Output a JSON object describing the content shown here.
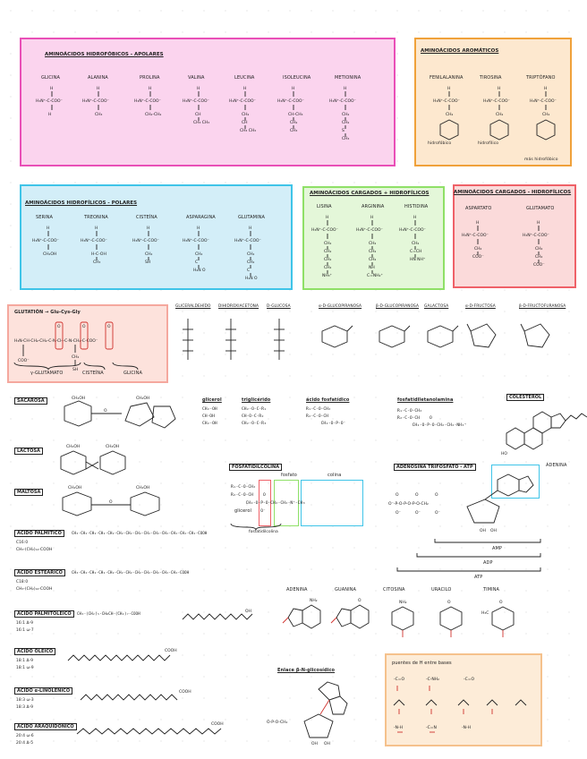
{
  "colors": {
    "pink": "#e94fb7",
    "pink_fill": "#fbd4ee",
    "orange": "#f0a13a",
    "orange_fill": "#fde8cf",
    "blue": "#3fc4e8",
    "blue_fill": "#d3eef8",
    "green": "#8fe067",
    "green_fill": "#e4f7d9",
    "red": "#ef6168",
    "red_fill": "#fbdada",
    "salmon": "#f5a89e",
    "salmon_fill": "#fde2dc",
    "peach": "#f5c18c",
    "peach_fill": "#fdecd8"
  },
  "sections": {
    "nonpolar": {
      "title": "AMINOÁCIDOS HIDROFÓBICOS - APOLARES",
      "items": [
        "GLICINA",
        "ALANINA",
        "PROLINA",
        "VALINA",
        "LEUCINA",
        "ISOLEUCINA",
        "METIONINA"
      ]
    },
    "aromatic": {
      "title": "AMINOÁCIDOS AROMÁTICOS",
      "items": [
        "FENILALANINA",
        "TIROSINA",
        "TRIPTÓFANO"
      ],
      "notes": [
        "hidrofóbico",
        "hidrofílico",
        "más hidrofóbico"
      ]
    },
    "polar": {
      "title": "AMINOÁCIDOS HIDROFÍLICOS - POLARES",
      "items": [
        "SERINA",
        "TREONINA",
        "CISTEÍNA",
        "ASPARAGINA",
        "GLUTAMINA"
      ]
    },
    "positive": {
      "title": "AMINOÁCIDOS CARGADOS + HIDROFÍLICOS",
      "items": [
        "LISINA",
        "ARGININA",
        "HISTIDINA"
      ]
    },
    "negative": {
      "title": "AMINOÁCIDOS CARGADOS - HIDROFÍLICOS",
      "items": [
        "ASPARTATO",
        "GLUTAMATO"
      ]
    },
    "glutathione": {
      "title": "GLUTATIÓN → Glu-Cys-Gly",
      "labels": [
        "γ-GLUTAMATO",
        "CISTEÍNA",
        "GLICINA"
      ]
    },
    "sugars": [
      "GLICERALDEHÍDO",
      "DIHIDROXIACETONA",
      "D-GLUCOSA",
      "α-D-GLUCOPIRANOSA",
      "β-D-GLUCOPIRANOSA",
      "GALACTOSA",
      "α-D-FRUCTOSA",
      "β-D-FRUCTOFURANOSA"
    ],
    "disaccharides": [
      "SACAROSA",
      "LACTOSA",
      "MALTOSA"
    ],
    "lipids": {
      "glycerol": "glicerol",
      "triglyceride": "triglicérido",
      "phosphatidic": "ácido fosfatídico",
      "phosphatidylethanolamine": "fosfatidiletanolamina",
      "cholesterol": "COLESTEROL",
      "phosphatidylcholine": "FOSFATIDILCOLINA",
      "pc_labels": [
        "fosfato",
        "colina",
        "glicerol"
      ],
      "pc_note": "fosfatidilcolina"
    },
    "atp": {
      "title": "ADENOSINA TRIFOSFATO - ATP",
      "base": "ADENINA",
      "levels": [
        "AMP",
        "ADP",
        "ATP"
      ]
    },
    "fatty_acids": [
      {
        "name": "ÁCIDO PALMÍTICO",
        "formula": "CH₃-CH₂-CH₂-CH₂-CH₂-CH₂-CH₂-CH₂-CH₂-CH₂-CH₂-CH₂-CH₂-CH₂-COOH",
        "notes": [
          "C16:0",
          "CH₃-(CH₂)₁₄-COOH"
        ]
      },
      {
        "name": "ÁCIDO ESTEÁRICO",
        "formula": "CH₃-CH₂-CH₂-CH₂-CH₂-CH₂-CH₂-CH₂-CH₂-CH₂-CH₂-CH₂-COOH",
        "notes": [
          "C18:0",
          "CH₃-(CH₂)₁₆-COOH"
        ]
      },
      {
        "name": "ÁCIDO PALMITOLEICO",
        "formula": "CH₃-(CH₂)₅-CH=CH-(CH₂)₇-COOH",
        "notes": [
          "16:1 Δ-9",
          "16:1 ω-7"
        ]
      },
      {
        "name": "ÁCIDO OLEICO",
        "formula": "",
        "notes": [
          "18:1 Δ-9",
          "18:1 ω-9"
        ]
      },
      {
        "name": "ÁCIDO α-LINOLÉNICO",
        "formula": "",
        "notes": [
          "18:3 ω-3",
          "18:3 Δ-9"
        ]
      },
      {
        "name": "ÁCIDO ARAQUIDÓNICO",
        "formula": "",
        "notes": [
          "20:4 ω-6",
          "20:4 Δ-5"
        ]
      }
    ],
    "bases": [
      "ADENINA",
      "GUANINA",
      "CITOSINA",
      "URACILO",
      "TIMINA"
    ],
    "nucleotide": "Enlace β-N-glicosídico",
    "pairing": "puentes de H entre bases"
  }
}
